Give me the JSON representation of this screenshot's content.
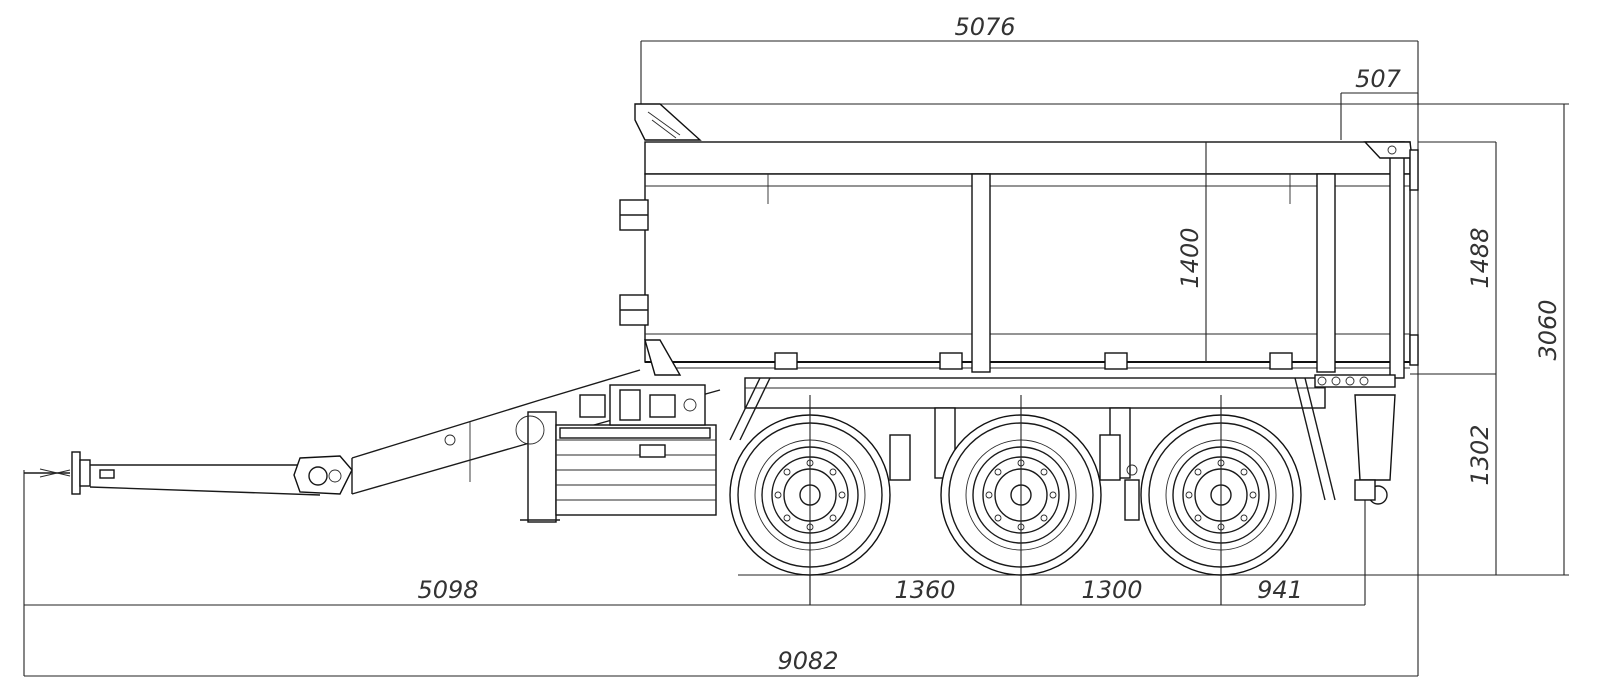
{
  "dimensions": {
    "top_body_length": "5076",
    "rear_overhang_top": "507",
    "side_height": "1400",
    "body_height": "1488",
    "total_height": "3060",
    "frame_height": "1302",
    "front_to_first_axle": "5098",
    "axle_spacing_1": "1360",
    "axle_spacing_2": "1300",
    "rear_overhang": "941",
    "total_length": "9082"
  }
}
